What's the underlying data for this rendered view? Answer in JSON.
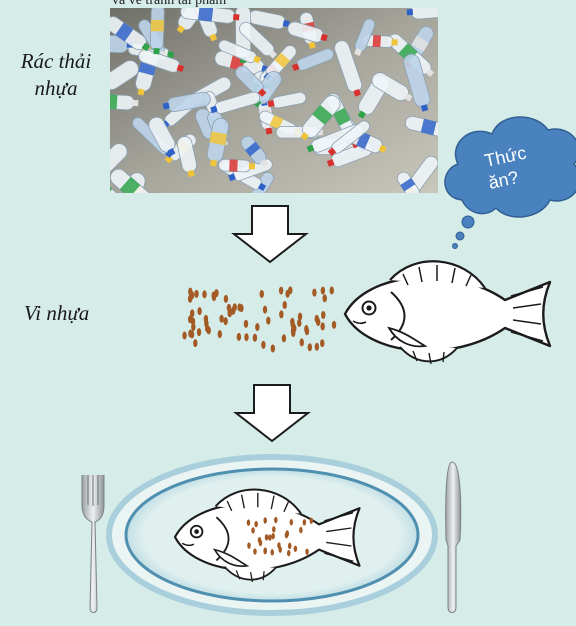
{
  "top_caption": "và vẽ tranh tái phẩm",
  "labels": {
    "plastic_waste_line1": "Rác thải",
    "plastic_waste_line2": "nhựa",
    "microplastic": "Vi nhựa"
  },
  "thought_bubble": {
    "line1": "Thức",
    "line2": "ăn?"
  },
  "icons": [
    "plastic-waste-photo",
    "down-arrow-icon",
    "microplastic-particles",
    "fish-icon",
    "thought-bubble-icon",
    "plate-icon",
    "fork-icon",
    "knife-icon"
  ],
  "colors": {
    "background": "#d6ece8",
    "bubble": "#4a82bf",
    "particles": "#a35a24",
    "plate_rim": "#9ec8d8"
  }
}
